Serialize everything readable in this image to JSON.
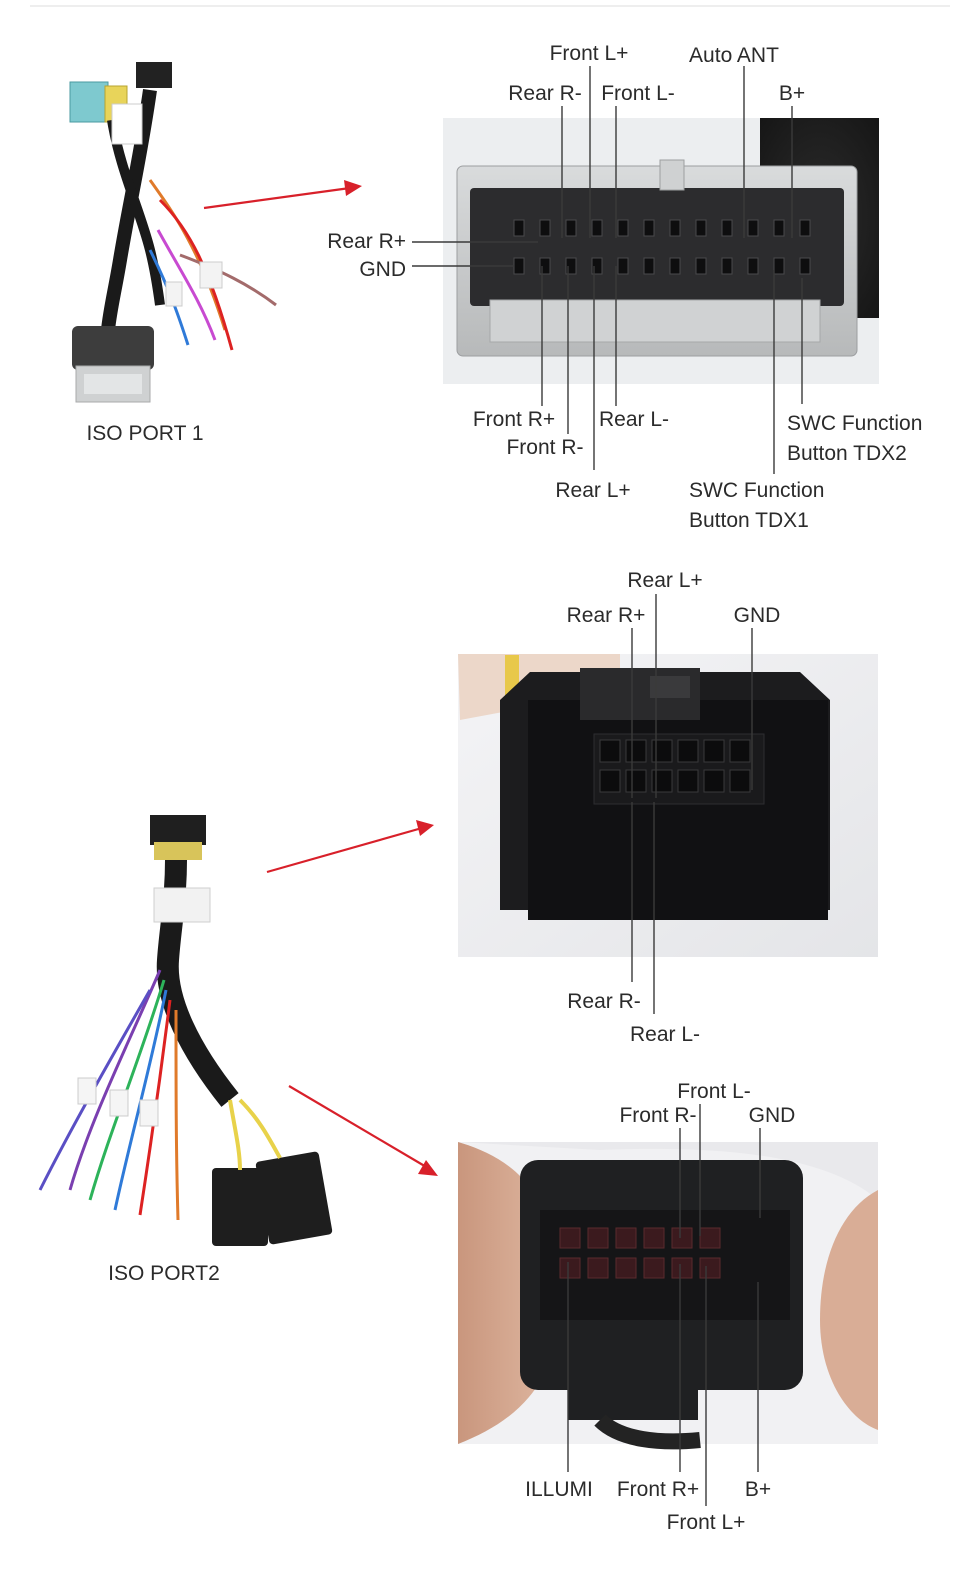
{
  "port1": {
    "caption": "ISO PORT 1",
    "pins_top": [
      {
        "id": "front_l_plus",
        "text": "Front L+"
      },
      {
        "id": "auto_ant",
        "text": "Auto ANT"
      },
      {
        "id": "rear_r_minus",
        "text": "Rear R-"
      },
      {
        "id": "front_l_minus",
        "text": "Front L-"
      },
      {
        "id": "b_plus",
        "text": "B+"
      }
    ],
    "pins_left": [
      {
        "id": "rear_r_plus",
        "text": "Rear R+"
      },
      {
        "id": "gnd",
        "text": "GND"
      }
    ],
    "pins_bottom": [
      {
        "id": "front_r_plus",
        "text": "Front R+"
      },
      {
        "id": "rear_l_minus",
        "text": "Rear L-"
      },
      {
        "id": "front_r_minus",
        "text": "Front R-"
      },
      {
        "id": "rear_l_plus",
        "text": "Rear L+"
      },
      {
        "id": "swc_tdx2_a",
        "text": "SWC Function"
      },
      {
        "id": "swc_tdx2_b",
        "text": "Button TDX2"
      },
      {
        "id": "swc_tdx1_a",
        "text": "SWC Function"
      },
      {
        "id": "swc_tdx1_b",
        "text": "Button TDX1"
      }
    ]
  },
  "port2": {
    "caption": "ISO PORT2",
    "connector_a": {
      "pins_top": [
        {
          "id": "rear_l_plus",
          "text": "Rear L+"
        },
        {
          "id": "rear_r_plus",
          "text": "Rear R+"
        },
        {
          "id": "gnd",
          "text": "GND"
        }
      ],
      "pins_bottom": [
        {
          "id": "rear_r_minus",
          "text": "Rear R-"
        },
        {
          "id": "rear_l_minus",
          "text": "Rear L-"
        }
      ]
    },
    "connector_b": {
      "pins_top": [
        {
          "id": "front_l_minus",
          "text": "Front L-"
        },
        {
          "id": "front_r_minus",
          "text": "Front R-"
        },
        {
          "id": "gnd",
          "text": "GND"
        }
      ],
      "pins_bottom": [
        {
          "id": "illumi",
          "text": "ILLUMI"
        },
        {
          "id": "front_r_plus",
          "text": "Front R+"
        },
        {
          "id": "b_plus",
          "text": "B+"
        },
        {
          "id": "front_l_plus",
          "text": "Front L+"
        }
      ]
    }
  },
  "colors": {
    "arrow": "#d8202a",
    "label": "#2b2b2b",
    "grey_connector": "#c9cbcc",
    "black_connector": "#1d1d1f"
  }
}
